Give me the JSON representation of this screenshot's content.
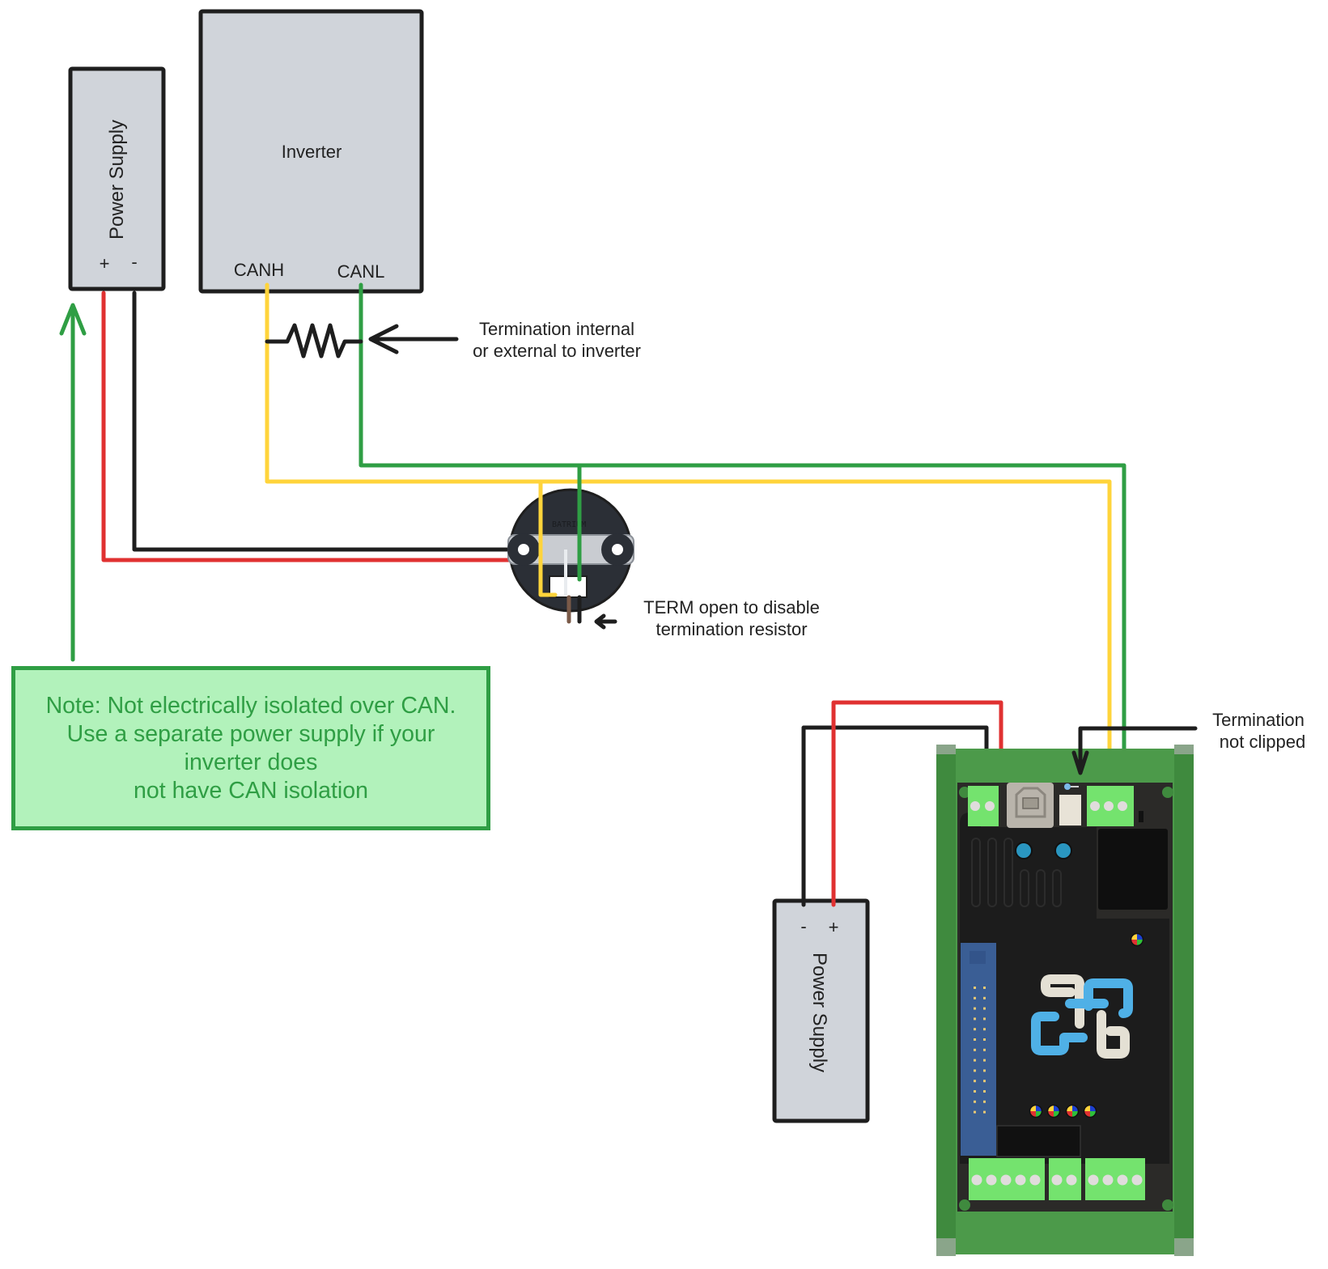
{
  "colors": {
    "canh_wire": "#ffd43b",
    "canl_wire": "#2f9e44",
    "positive_wire": "#e03131",
    "negative_wire": "#1e1e1e",
    "box_fill": "#d0d4da",
    "note_fill": "#b2f2bb",
    "note_border": "#2f9e44",
    "board_green": "#4c9a4a",
    "terminal_green": "#74e36e"
  },
  "power_supply_left": {
    "title": "Power Supply",
    "plus": "+",
    "minus": "-"
  },
  "inverter": {
    "title": "Inverter",
    "canh": "CANH",
    "canl": "CANL"
  },
  "termination_inverter_annotation": {
    "line1": "Termination internal",
    "line2": "or external to inverter"
  },
  "batrium_device": {
    "brand": "BATRIUM"
  },
  "term_annotation": {
    "line1": "TERM open to disable",
    "line2": "termination resistor"
  },
  "note": {
    "text": "Note: Not electrically isolated over CAN.\nUse a separate power supply if your\ninverter does\nnot have CAN isolation"
  },
  "termination_board_annotation": {
    "line1": "Termination",
    "line2": "not clipped"
  },
  "power_supply_right": {
    "title": "Power Supply",
    "plus": "+",
    "minus": "-"
  }
}
